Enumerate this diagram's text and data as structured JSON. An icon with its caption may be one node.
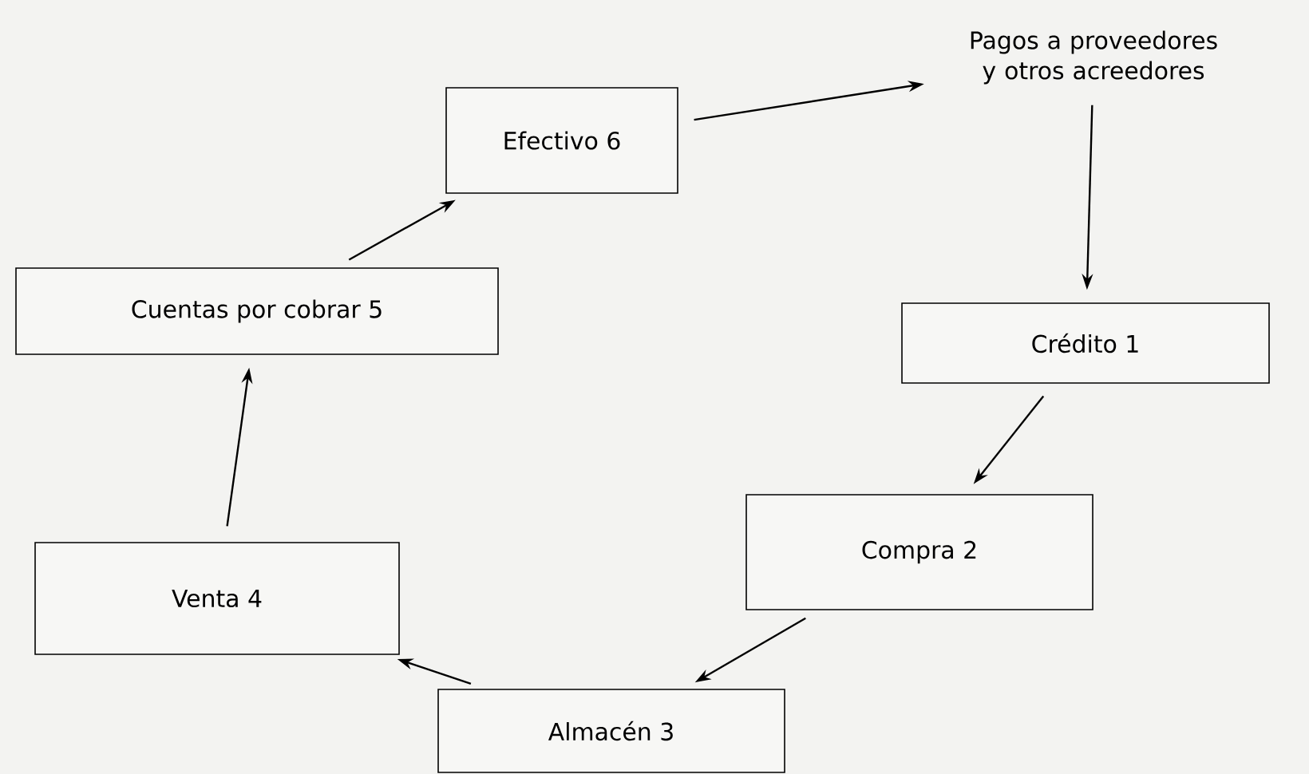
{
  "diagram": {
    "nodes": [
      {
        "text": [
          "Efectivo 6"
        ]
      },
      {
        "text": [
          "Pagos a proveedores y otros acreedores"
        ]
      },
      {
        "text": [
          "Crédito 1"
        ]
      },
      {
        "text": [
          "Compra 2"
        ]
      },
      {
        "text": [
          "Almacén 3"
        ]
      },
      {
        "text": [
          "Venta 4"
        ]
      },
      {
        "text": [
          "Cuentas por cobrar 5"
        ]
      }
    ],
    "edges": [
      {
        "from": 0,
        "to": 1,
        "arrow": "to"
      },
      {
        "from": 1,
        "to": 2,
        "arrow": "to"
      },
      {
        "from": 2,
        "to": 3,
        "arrow": "to"
      },
      {
        "from": 3,
        "to": 4,
        "arrow": "to"
      },
      {
        "from": 4,
        "to": 5,
        "arrow": "to"
      },
      {
        "from": 5,
        "to": 6,
        "arrow": "to"
      },
      {
        "from": 6,
        "to": 0,
        "arrow": "to"
      }
    ]
  }
}
